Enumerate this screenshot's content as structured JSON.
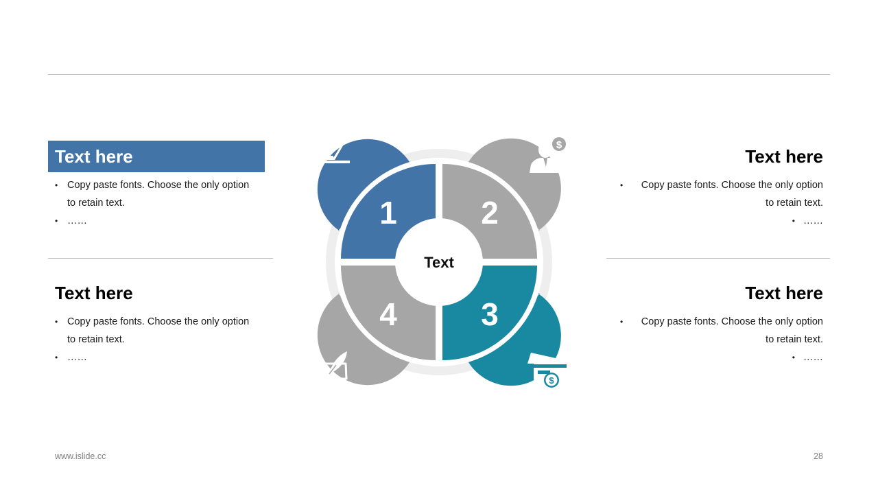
{
  "blocks": [
    {
      "heading": "Text here",
      "lines": [
        "Copy paste fonts. Choose the only option",
        "to retain text.",
        "……"
      ]
    },
    {
      "heading": "Text here",
      "lines": [
        "Copy paste fonts. Choose the only option",
        "to retain text.",
        "……"
      ]
    },
    {
      "heading": "Text here",
      "lines": [
        "Copy paste fonts. Choose the only option",
        "to retain text.",
        "……"
      ]
    },
    {
      "heading": "Text here",
      "lines": [
        "Copy paste fonts. Choose the only option",
        "to retain text.",
        "……"
      ]
    }
  ],
  "diagram": {
    "center": "Text",
    "segments": [
      {
        "number": "1",
        "icon": "person-laptop-icon",
        "color": "#4274a8"
      },
      {
        "number": "2",
        "icon": "businessman-dollar-icon",
        "color": "#a6a6a6"
      },
      {
        "number": "3",
        "icon": "card-payment-icon",
        "color": "#1889a0"
      },
      {
        "number": "4",
        "icon": "paper-quill-icon",
        "color": "#a6a6a6"
      }
    ]
  },
  "footer": {
    "site": "www.islide.cc",
    "page": "28"
  }
}
